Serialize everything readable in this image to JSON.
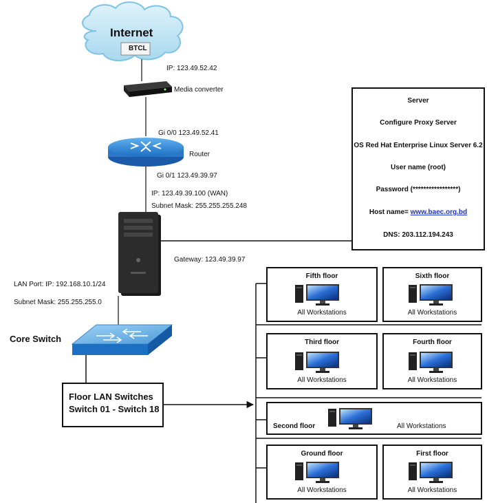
{
  "internet": {
    "title": "Internet",
    "provider": "BTCL",
    "ip": "IP: 123.49.52.42"
  },
  "media_converter": {
    "label": "Media converter"
  },
  "router": {
    "label": "Router",
    "gi00": "Gi 0/0   123.49.52.41",
    "gi01": "Gi 0/1   123.49.39.97"
  },
  "wan": {
    "ip": "IP: 123.49.39.100 (WAN)",
    "subnet": "Subnet Mask: 255.255.255.248"
  },
  "pc_server": {
    "gateway": "Gateway: 123.49.39.97"
  },
  "lan": {
    "port": "LAN Port: IP: 192.168.10.1/24",
    "subnet": "Subnet Mask: 255.255.255.0"
  },
  "core_switch": {
    "label": "Core Switch"
  },
  "floor_lan": {
    "line1": "Floor LAN Switches",
    "line2": "Switch 01 - Switch 18"
  },
  "server_panel": {
    "steps": [
      "Server",
      "Configure Proxy Server",
      "OS Red Hat Enterprise Linux Server 6.2",
      "User name (root)",
      "Password (*****************)",
      "Host name= ",
      "DNS: 203.112.194.243"
    ],
    "host_link": "www.baec.org.bd"
  },
  "floors": {
    "fifth": {
      "name": "Fifth floor",
      "ws": "All Workstations"
    },
    "sixth": {
      "name": "Sixth floor",
      "ws": "All Workstations"
    },
    "third": {
      "name": "Third floor",
      "ws": "All Workstations"
    },
    "fourth": {
      "name": "Fourth floor",
      "ws": "All Workstations"
    },
    "second": {
      "name": "Second floor",
      "ws": "All Workstations"
    },
    "ground": {
      "name": "Ground floor",
      "ws": "All Workstations"
    },
    "first": {
      "name": "First floor",
      "ws": "All Workstations"
    }
  }
}
